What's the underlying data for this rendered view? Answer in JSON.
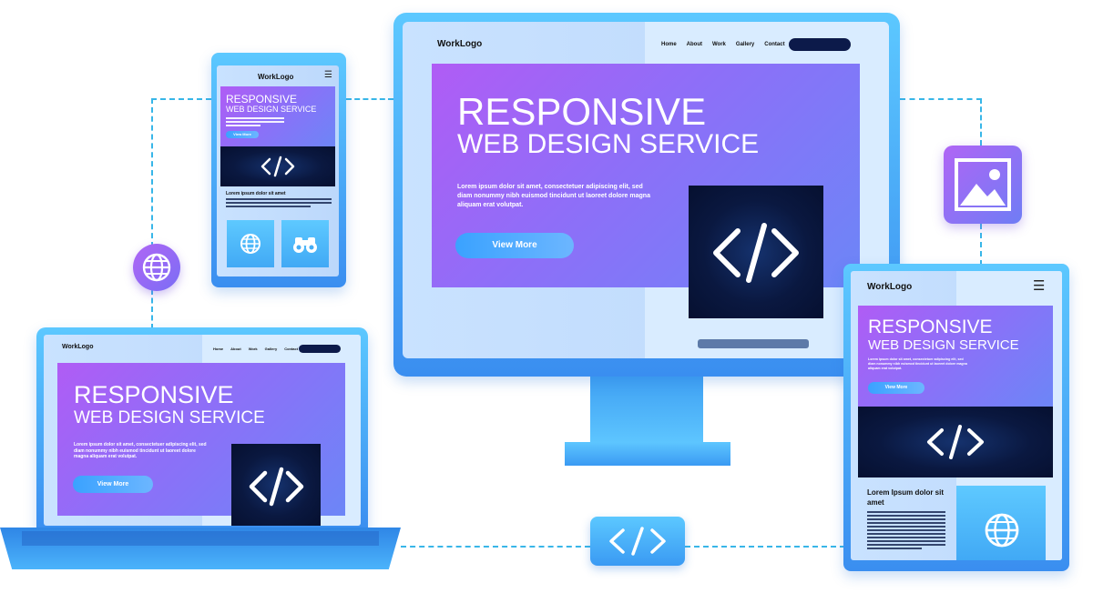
{
  "brand": {
    "logo": "WorkLogo"
  },
  "nav": {
    "items": [
      "Home",
      "About",
      "Work",
      "Gallery",
      "Contact"
    ]
  },
  "hero": {
    "title_line1": "RESPONSIVE",
    "title_line2": "WEB DESIGN SERVICE",
    "body": "Lorem ipsum dolor sit amet, consectetuer adipiscing elit, sed diam nonummy nibh euismod tincidunt ut laoreet dolore magna aliquam erat volutpat.",
    "button": "View More"
  },
  "section": {
    "title": "Lorem ipsum dolor sit amet",
    "title_tablet": "Lorem Ipsum dolor sit amet"
  },
  "icons": {
    "menu": "☰",
    "code": "</>"
  },
  "colors": {
    "frame": "#4aa8f5",
    "hero_start": "#b05cf5",
    "hero_end": "#6c86f7",
    "code_bg": "#0a1840",
    "dash": "#38b6e8"
  }
}
